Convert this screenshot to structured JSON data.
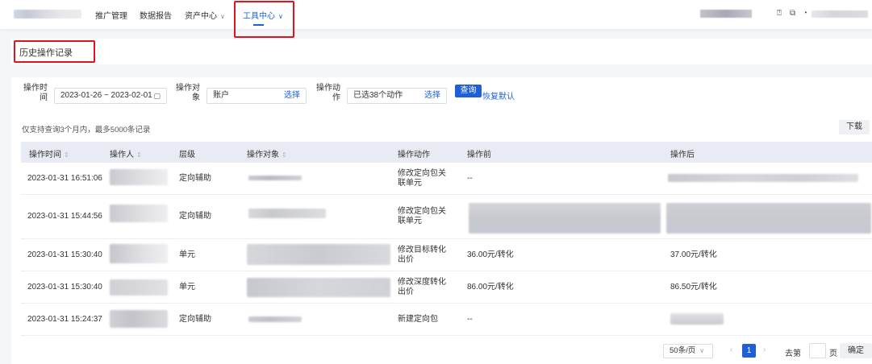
{
  "topnav": {
    "items": [
      {
        "label": "推广管理",
        "has_dropdown": false
      },
      {
        "label": "数据报告",
        "has_dropdown": false
      },
      {
        "label": "资产中心",
        "has_dropdown": true
      },
      {
        "label": "工具中心",
        "has_dropdown": true,
        "active": true
      }
    ],
    "chevron": "⌄",
    "icons": {
      "help": "?",
      "copy": "⧉",
      "account": "◐"
    },
    "accent_color": "#1f5fd6",
    "highlight_color": "#e0141c"
  },
  "page": {
    "title": "历史操作记录"
  },
  "filters": {
    "time": {
      "label": "操作时间",
      "value": "2023-01-26 ~ 2023-02-01",
      "icon": "▢"
    },
    "target": {
      "label": "操作对象",
      "value": "账户",
      "select_label": "选择"
    },
    "action": {
      "label": "操作动作",
      "value": "已选38个动作",
      "select_label": "选择"
    },
    "query_button": "查询",
    "reset_link": "恢复默认"
  },
  "hint": "仅支持查询3个月内，最多5000条记录",
  "download_button": "下载",
  "table": {
    "columns": [
      {
        "label": "操作时间",
        "sortable": true
      },
      {
        "label": "操作人",
        "sortable": true
      },
      {
        "label": "层级",
        "sortable": false
      },
      {
        "label": "操作对象",
        "sortable": true
      },
      {
        "label": "操作动作",
        "sortable": false
      },
      {
        "label": "操作前",
        "sortable": false
      },
      {
        "label": "操作后",
        "sortable": false
      }
    ],
    "sort_icon": "⇕",
    "rows": [
      {
        "time": "2023-01-31 16:51:06",
        "level": "定向辅助",
        "action": "修改定向包关联单元",
        "before": "--",
        "after": ""
      },
      {
        "time": "2023-01-31 15:44:56",
        "level": "定向辅助",
        "action": "修改定向包关联单元",
        "before": "",
        "after": ""
      },
      {
        "time": "2023-01-31 15:30:40",
        "level": "单元",
        "action": "修改目标转化出价",
        "before": "36.00元/转化",
        "after": "37.00元/转化"
      },
      {
        "time": "2023-01-31 15:30:40",
        "level": "单元",
        "action": "修改深度转化出价",
        "before": "86.00元/转化",
        "after": "86.50元/转化"
      },
      {
        "time": "2023-01-31 15:24:37",
        "level": "定向辅助",
        "action": "新建定向包",
        "before": "--",
        "after": ""
      }
    ]
  },
  "pagination": {
    "page_size": "50条/页",
    "prev": "‹",
    "current_page": "1",
    "next": "›",
    "goto_prefix": "去第",
    "goto_suffix": "页",
    "confirm": "确定"
  }
}
